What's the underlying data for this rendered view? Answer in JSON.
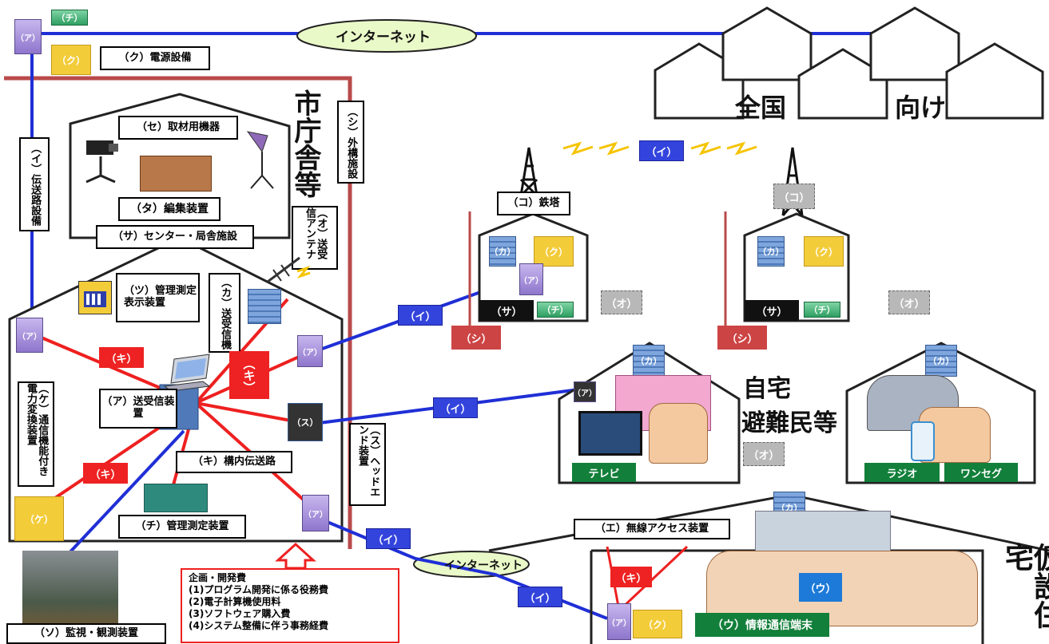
{
  "labels": {
    "internet": "インターネット",
    "power": "（ク）電源設備",
    "zenkoku": "全国",
    "muke": "向け",
    "city_hall": "市庁舎等",
    "outside": "（シ）外構施設",
    "shuzai": "（セ）取材用機器",
    "henshu": "（タ）編集装置",
    "center": "（サ）センター・局舎施設",
    "antenna": "（オ）送受信アンテナ",
    "tower": "（コ）鉄塔",
    "densou": "（イ）伝送路設備",
    "kanri_hyouji": "（ツ）管理測定表示装置",
    "sojushinki": "（カ）送受信機",
    "sojushin_souchi": "（ア）送受信装置",
    "tsushin": "（ケ）通信機能付き電力変換装置",
    "konai": "（キ）構内伝送路",
    "headend": "（ス）ヘッドエンド装置",
    "kanri": "（チ）管理測定装置",
    "jitaku": "自宅",
    "hinan": "避難民等",
    "tv": "テレビ",
    "radio": "ラジオ",
    "oneseg": "ワンセグ",
    "musen": "（エ）無線アクセス装置",
    "internet2": "インターネット",
    "kasetsu": "仮設住宅",
    "joho": "（ウ）情報通信端末",
    "kanshi": "（ソ）監視・観測装置"
  },
  "tags": {
    "a": "（ア）",
    "i": "（イ）",
    "u": "（ウ）",
    "o": "（オ）",
    "ka": "（カ）",
    "ki": "（キ）",
    "ku": "（ク）",
    "ke": "（ケ）",
    "ko": "（コ）",
    "sa": "（サ）",
    "shi": "（シ）",
    "su": "（ス）",
    "chi": "（チ）"
  },
  "plan": {
    "title": "企画・開発費",
    "items": [
      "(1)プログラム開発に係る役務費",
      "(2)電子計算機使用料",
      "(3)ソフトウェア購入費",
      "(4)システム整備に伴う事務経費"
    ]
  },
  "colors": {
    "blue_line": "#1f2fd6",
    "red_line": "#ee2020",
    "wall": "#b94a4a",
    "green_label": "#127f3a"
  }
}
